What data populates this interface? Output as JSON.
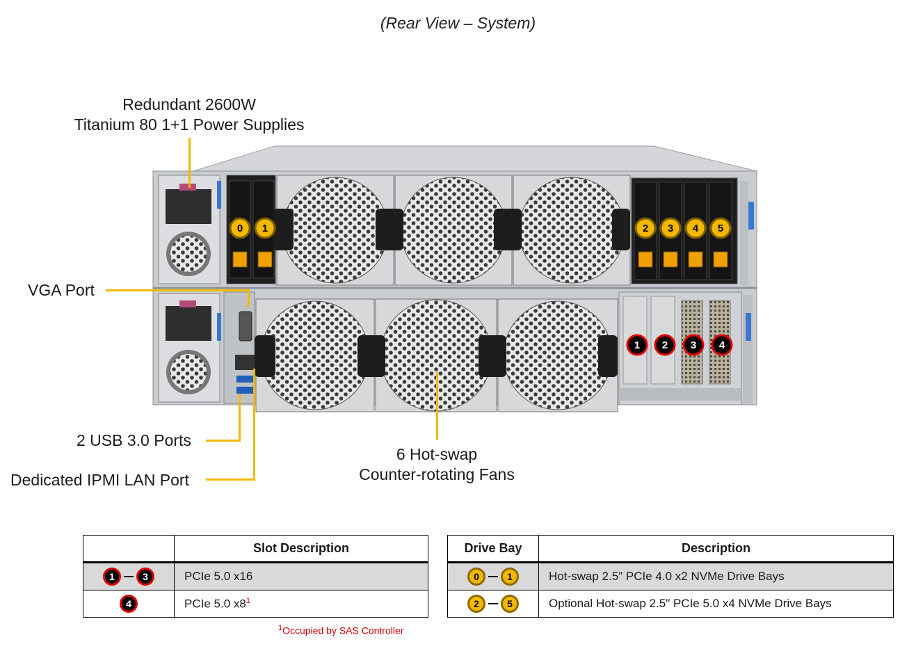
{
  "title": "(Rear View – System)",
  "callouts": {
    "psu_line1": "Redundant 2600W",
    "psu_line2": "Titanium 80 1+1 Power Supplies",
    "vga": "VGA Port",
    "usb": "2 USB 3.0 Ports",
    "ipmi": "Dedicated IPMI LAN Port",
    "fans_line1": "6 Hot-swap",
    "fans_line2": "Counter-rotating Fans"
  },
  "drive_bays": [
    "0",
    "1",
    "2",
    "3",
    "4",
    "5"
  ],
  "pcie_slots": [
    "1",
    "2",
    "3",
    "4"
  ],
  "slot_table": {
    "header_icon": "",
    "header_desc": "Slot Description",
    "rows": [
      {
        "from": "1",
        "to": "3",
        "desc": "PCIe 5.0 x16",
        "sup": ""
      },
      {
        "from": "4",
        "to": "",
        "desc": "PCIe 5.0 x8",
        "sup": "1"
      }
    ],
    "footnote_mark": "1",
    "footnote": "Occupied by SAS Controller"
  },
  "drive_table": {
    "header_icon": "Drive Bay",
    "header_desc": "Description",
    "rows": [
      {
        "from": "0",
        "to": "1",
        "desc": "Hot-swap 2.5\" PCIe 4.0 x2 NVMe Drive Bays"
      },
      {
        "from": "2",
        "to": "5",
        "desc": "Optional Hot-swap 2.5\" PCIe 5.0 x4 NVMe Drive Bays"
      }
    ]
  },
  "colors": {
    "leader": "#f2b800",
    "drive_badge": "#f5b800",
    "slot_badge_ring": "#e00000",
    "chassis": "#c9ccd0"
  }
}
